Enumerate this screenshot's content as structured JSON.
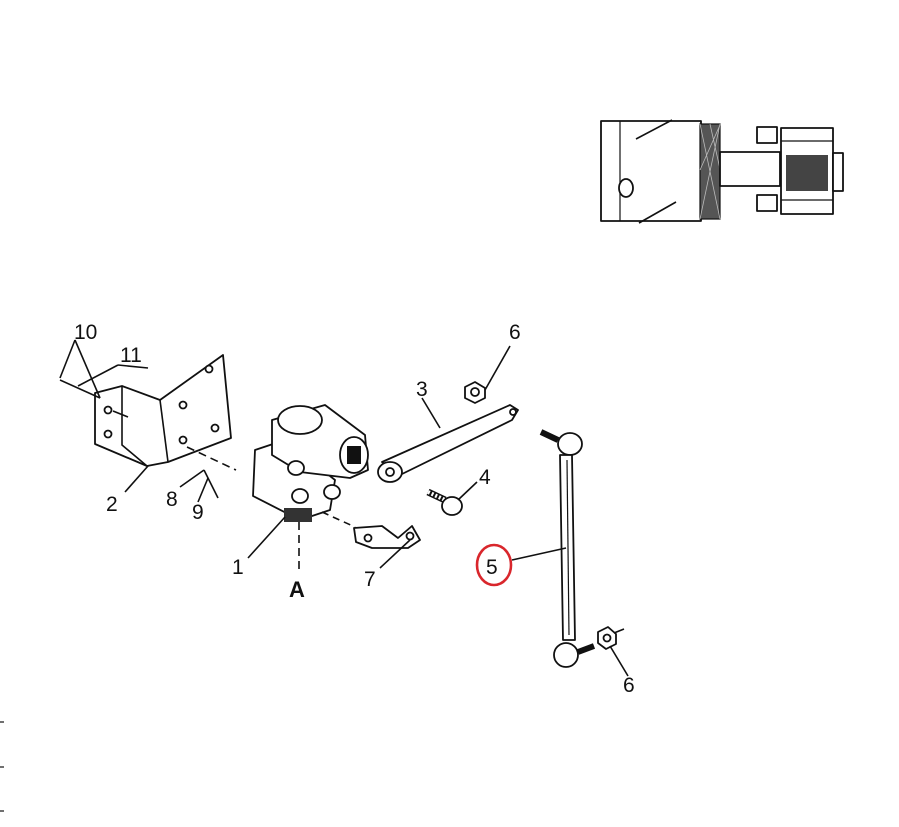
{
  "diagram": {
    "callouts": [
      {
        "id": "1",
        "text": "1"
      },
      {
        "id": "2",
        "text": "2"
      },
      {
        "id": "3",
        "text": "3"
      },
      {
        "id": "4",
        "text": "4"
      },
      {
        "id": "5",
        "text": "5",
        "highlighted": true
      },
      {
        "id": "6a",
        "text": "6"
      },
      {
        "id": "6b",
        "text": "6"
      },
      {
        "id": "7",
        "text": "7"
      },
      {
        "id": "8",
        "text": "8"
      },
      {
        "id": "9",
        "text": "9"
      },
      {
        "id": "10",
        "text": "10"
      },
      {
        "id": "11",
        "text": "11"
      }
    ],
    "view_marker": "A",
    "highlight_color": "#d9262c"
  }
}
